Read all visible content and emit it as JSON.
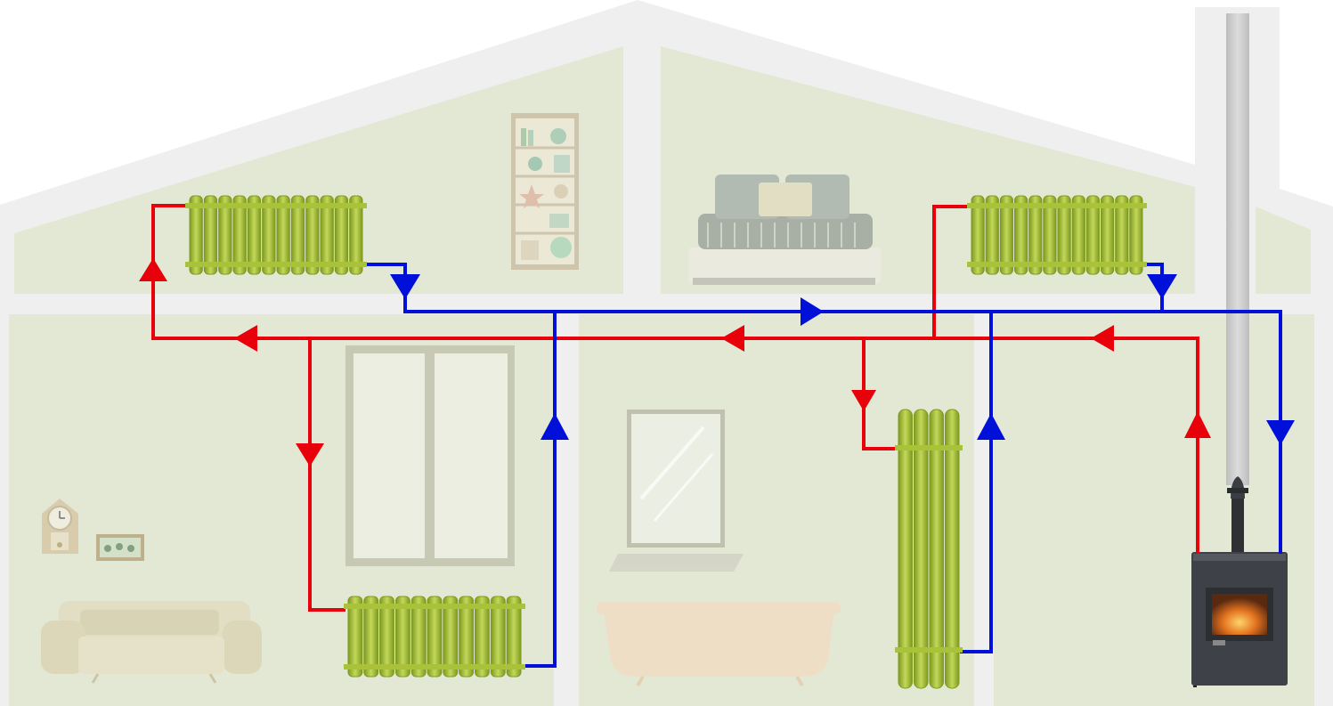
{
  "colors": {
    "wall": "#efefef",
    "room": "#e2e8d3",
    "supply_pipe": "#e8000b",
    "return_pipe": "#0010d8",
    "radiator": "#a9c23a",
    "radiator_dark": "#7e9a1f",
    "chimney": "#cfcfcf",
    "stove": "#3a3d42",
    "fire": "#d9651e"
  },
  "rooms": [
    {
      "id": "attic-left",
      "furniture": [
        "bookshelf-icon"
      ]
    },
    {
      "id": "attic-right",
      "furniture": [
        "bed-icon"
      ]
    },
    {
      "id": "living-room",
      "furniture": [
        "wall-clock-icon",
        "picture-frame-icon",
        "sofa-icon",
        "window-icon"
      ]
    },
    {
      "id": "bathroom",
      "furniture": [
        "mirror-icon",
        "bathtub-icon"
      ]
    },
    {
      "id": "stove-room",
      "furniture": [
        "wood-stove-icon",
        "chimney-icon"
      ]
    }
  ],
  "radiators": [
    {
      "id": "radiator-attic-left",
      "orientation": "horizontal",
      "fins": 12
    },
    {
      "id": "radiator-attic-right",
      "orientation": "horizontal",
      "fins": 12
    },
    {
      "id": "radiator-living-room",
      "orientation": "horizontal",
      "fins": 11
    },
    {
      "id": "radiator-bathroom",
      "orientation": "vertical",
      "fins": 4
    }
  ],
  "pipes": {
    "supply": {
      "name": "supply-pipe",
      "color_key": "supply_pipe"
    },
    "return": {
      "name": "return-pipe",
      "color_key": "return_pipe"
    }
  }
}
